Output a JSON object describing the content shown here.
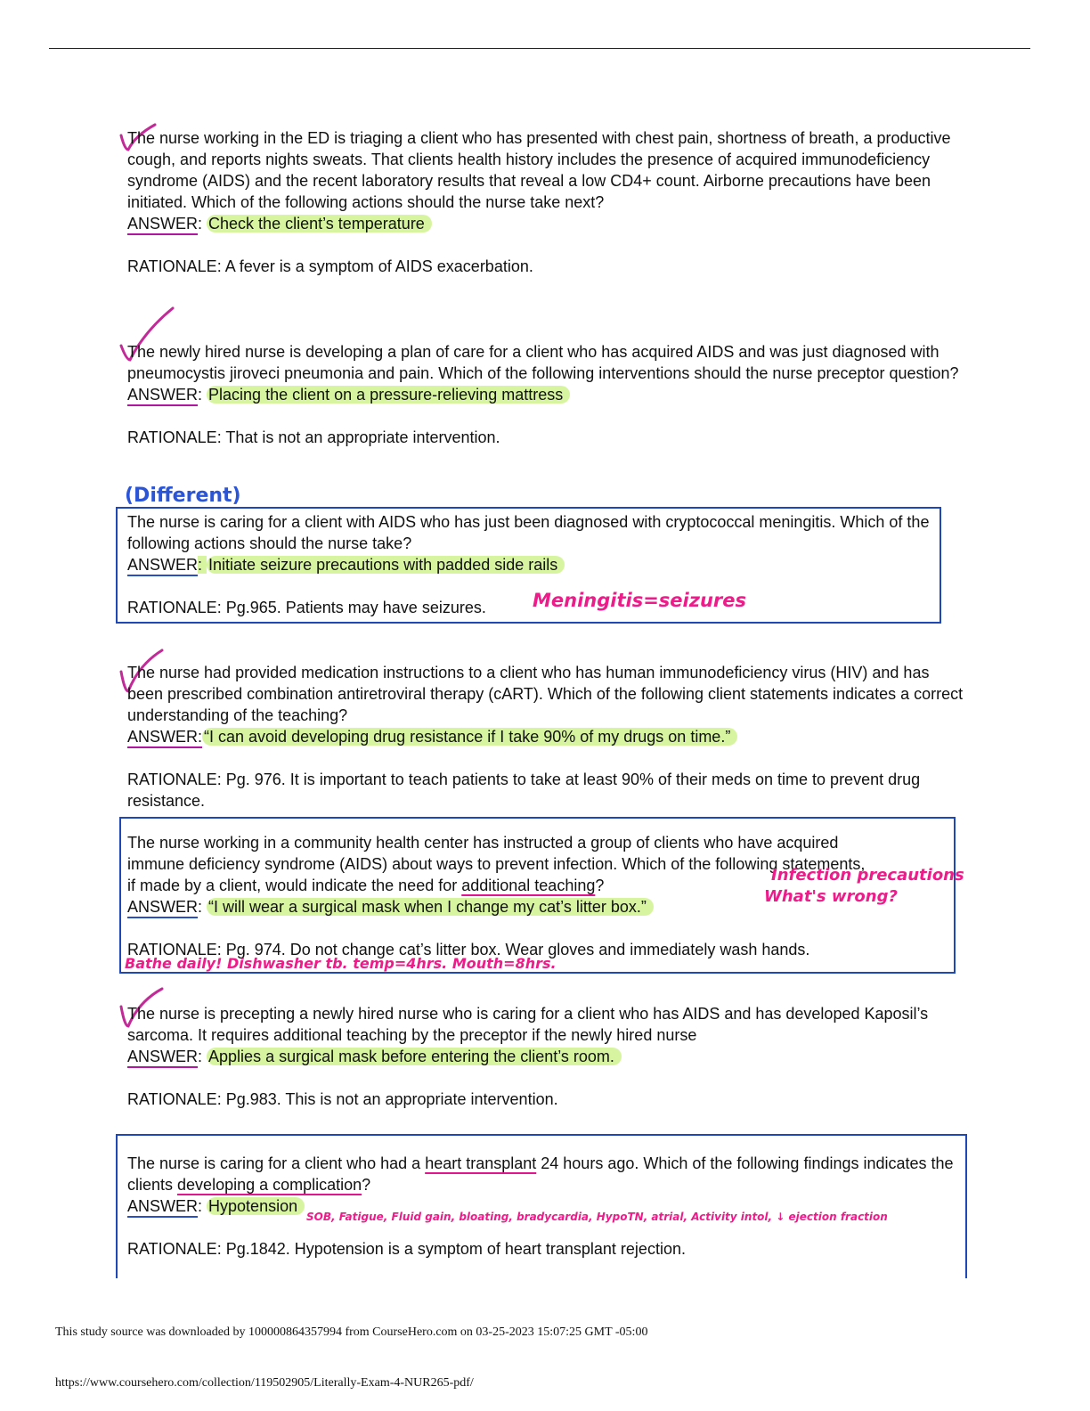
{
  "questions": [
    {
      "question": "The nurse working in the ED is triaging a client who has presented with chest pain, shortness of breath, a productive cough, and reports nights sweats. That clients health history includes the presence of acquired immunodeficiency syndrome (AIDS) and the recent laboratory results that reveal a low CD4+ count. Airborne precautions have been initiated. Which of the following actions should the nurse take next?",
      "answer_label": "ANSWER",
      "answer_sep": ": ",
      "answer": "Check the client’s temperature",
      "rationale": "RATIONALE: A fever is a symptom of AIDS exacerbation."
    },
    {
      "question": "The newly hired nurse is developing a plan of care for a client who has acquired AIDS and was just diagnosed with pneumocystis jiroveci pneumonia and pain. Which of the following interventions should the nurse preceptor question?",
      "answer_label": "ANSWER",
      "answer_sep": ": ",
      "answer": "Placing the client on a pressure-relieving mattress",
      "rationale": "RATIONALE: That is not an appropriate intervention."
    },
    {
      "question": "The nurse is caring for a client with AIDS who has just been diagnosed with cryptococcal meningitis. Which of the following actions should the nurse take?",
      "answer_label": "ANSWER",
      "answer_sep": ": ",
      "answer": "Initiate seizure precautions with padded side rails",
      "rationale": "RATIONALE: Pg.965. Patients may have seizures."
    },
    {
      "question": "The nurse had provided medication instructions to a client who has human immunodeficiency virus (HIV) and has been prescribed combination antiretroviral therapy (cART). Which of the following client statements indicates a correct understanding of the teaching?",
      "answer_label": "ANSWER:",
      "answer_sep": "",
      "answer": "“I can avoid developing drug resistance if I take 90% of my drugs on time.”",
      "rationale": "RATIONALE: Pg. 976. It is important to teach patients to take at least 90% of their meds on time to prevent drug resistance."
    },
    {
      "question_part1": "The nurse working in a community health center has instructed a group of clients who have acquired immune deficiency syndrome (AIDS) about ways to prevent infection. Which of the following statements, if made by a client, would indicate the need for ",
      "question_ul": "additional teaching",
      "question_part2": "?",
      "answer_label": "ANSWER",
      "answer_sep": ": ",
      "answer": "“I will wear a surgical mask when I change my cat’s litter box.”",
      "rationale": "RATIONALE: Pg. 974. Do not change cat’s litter box. Wear gloves and immediately wash hands."
    },
    {
      "question": "The nurse is precepting a newly hired nurse who is caring for a client who has AIDS and has developed Kaposil’s sarcoma. It requires additional teaching by the preceptor if the newly hired nurse",
      "answer_label": "ANSWER",
      "answer_sep": ": ",
      "answer": "Applies a surgical mask before entering the client’s room.",
      "rationale": "RATIONALE: Pg.983. This is not an appropriate intervention."
    },
    {
      "question_part1": "The nurse is caring for a client who had a ",
      "question_ul1": "heart transplant",
      "question_part2": " 24 hours ago. Which of the following findings indicates the clients ",
      "question_ul2": "developing a complication",
      "question_part3": "?",
      "answer_label": "ANSWER",
      "answer_sep": ": ",
      "answer": "Hypotension",
      "rationale": "RATIONALE: Pg.1842. Hypotension is a symptom of heart transplant rejection."
    }
  ],
  "handwritten": {
    "different": "(Different)",
    "meningitis": "Meningitis=seizures",
    "infection_precautions": "Infection precautions",
    "whats_wrong": "What's wrong?",
    "bathe": "Bathe daily! Dishwasher tb. temp=4hrs. Mouth=8hrs.",
    "heart_notes": "SOB, Fatigue, Fluid gain, bloating, bradycardia, HypoTN, atrial, Activity intol, ↓ ejection fraction"
  },
  "footer": {
    "line1": "This study source was downloaded by 100000864357994 from CourseHero.com on 03-25-2023 15:07:25 GMT -05:00",
    "line2": "https://www.coursehero.com/collection/119502905/Literally-Exam-4-NUR265-pdf/"
  },
  "colors": {
    "highlight": "#d7f5a0",
    "pen_pink": "#ee1c8a",
    "pen_blue": "#2a55d8",
    "box_border": "#2047b8"
  },
  "icons": [
    "check-mark-icon"
  ]
}
